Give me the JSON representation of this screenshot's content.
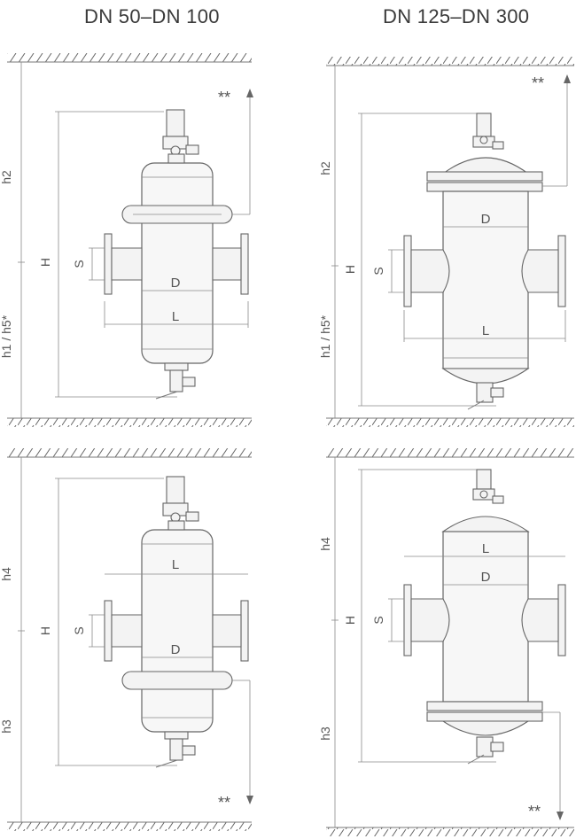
{
  "headers": {
    "small": "DN 50–DN 100",
    "large": "DN 125–DN 300"
  },
  "labels": {
    "h2": "h2",
    "h1_h5": "h1 / h5*",
    "h4": "h4",
    "h3": "h3",
    "H": "H",
    "S": "S",
    "D": "D",
    "L": "L",
    "star2": "**"
  },
  "colors": {
    "line": "#666666",
    "body_fill": "#f7f7f7",
    "text": "#555555"
  }
}
